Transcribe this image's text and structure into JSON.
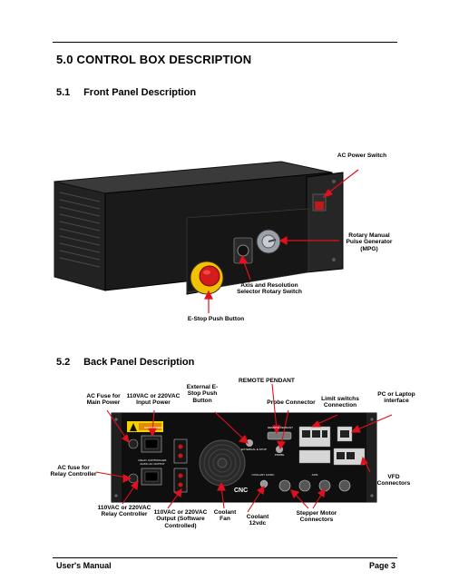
{
  "section_title": "5.0 CONTROL BOX DESCRIPTION",
  "front_heading": {
    "number": "5.1",
    "title": "Front Panel Description"
  },
  "back_heading": {
    "number": "5.2",
    "title": "Back Panel Description"
  },
  "front_labels": {
    "ac_power_switch": "AC Power  Switch",
    "mpg": "Rotary Manual Pulse Generator (MPG)",
    "axis_selector": "Axis and Resolution Selector Rotary Switch",
    "estop": "E-Stop Push Button"
  },
  "back_labels": {
    "ac_fuse_main": "AC Fuse for Main Power",
    "input_power": "110VAC or 220VAC Input Power",
    "external_estop": "External E-Stop Push Button",
    "remote_pendant": "REMOTE PENDANT",
    "probe_connector": "Probe Connector",
    "limit_switch": "Limit switchs Connection",
    "pc_laptop": "PC or Laptop interface",
    "ac_fuse_relay": "AC fuse for Relay Controller",
    "vfd": "VFD Connectors",
    "relay_controller": "110VAC or 220VAC Relay Controller",
    "output": "110VAC or 220VAC Output  (Software Controlled)",
    "coolant_fan": "Coolant Fan",
    "coolant_12v": "Coolant 12vdc",
    "stepper": "Stepper Motor Connectors"
  },
  "panel_text": {
    "brand": "CNC",
    "main_power": "MAIN POWER",
    "relay_output": "RELAY CONTROLLER AC/DC AC OUTPUT",
    "external_estop": "EXTERNAL E-STOP",
    "remote_pendant": "REMOTE PENDANT",
    "probe": "PROBE",
    "coolant": "COOLANT 12VDC",
    "axis": "AXIS"
  },
  "footer": {
    "left": "User's Manual",
    "right": "Page 3"
  },
  "colors": {
    "panel": "#1b1b1b",
    "estop_red": "#d41c1c",
    "estop_yellow": "#f2c200",
    "switch_red": "#c41818"
  }
}
